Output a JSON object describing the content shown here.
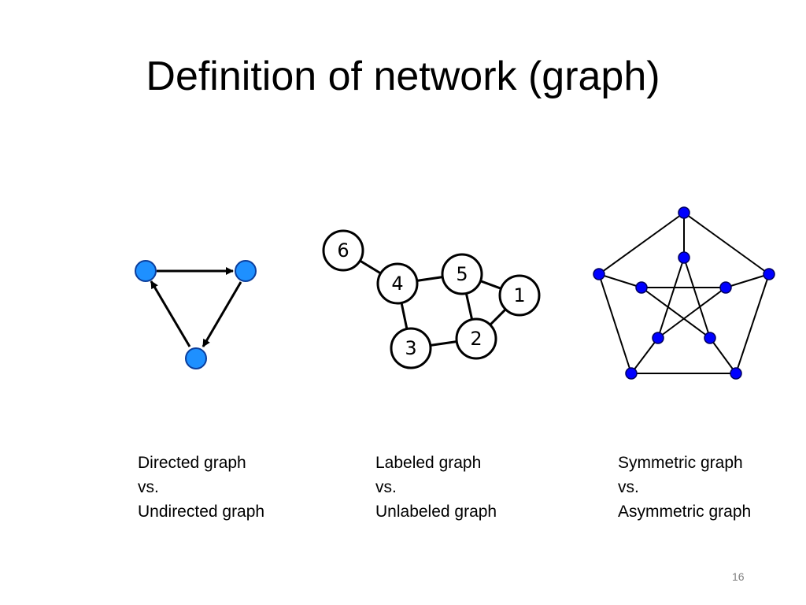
{
  "slide": {
    "title": "Definition of network (graph)",
    "page_number": "16"
  },
  "captions": {
    "directed": {
      "line1": "Directed graph",
      "line2": "vs.",
      "line3": "Undirected graph"
    },
    "labeled": {
      "line1": "Labeled graph",
      "line2": "vs.",
      "line3": "Unlabeled graph"
    },
    "symmetric": {
      "line1": "Symmetric graph",
      "line2": "vs.",
      "line3": "Asymmetric graph"
    }
  },
  "labeled_graph": {
    "node_labels": {
      "n1": "1",
      "n2": "2",
      "n3": "3",
      "n4": "4",
      "n5": "5",
      "n6": "6"
    }
  },
  "colors": {
    "directed_node_fill": "#1e90ff",
    "petersen_node_fill": "#0000ff",
    "edge": "#000000",
    "labeled_node_fill": "#ffffff"
  }
}
